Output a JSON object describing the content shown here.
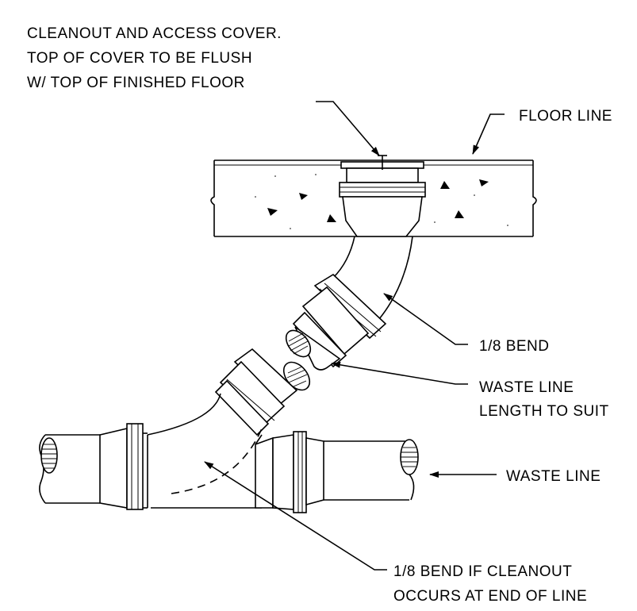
{
  "labels": {
    "cover_line1": "CLEANOUT AND ACCESS COVER.",
    "cover_line2": "TOP OF COVER TO BE FLUSH",
    "cover_line3": "W/ TOP OF FINISHED FLOOR",
    "floor_line": "FLOOR LINE",
    "bend": "1/8 BEND",
    "waste_length1": "WASTE LINE",
    "waste_length2": "LENGTH TO SUIT",
    "waste_line": "WASTE LINE",
    "end_bend1": "1/8 BEND IF CLEANOUT",
    "end_bend2": "OCCURS AT END OF LINE"
  },
  "icons": {
    "arrow": "arrowhead-icon",
    "aggregate": "concrete-aggregate-triangle-icon"
  },
  "colors": {
    "line": "#000000",
    "background": "#ffffff"
  }
}
